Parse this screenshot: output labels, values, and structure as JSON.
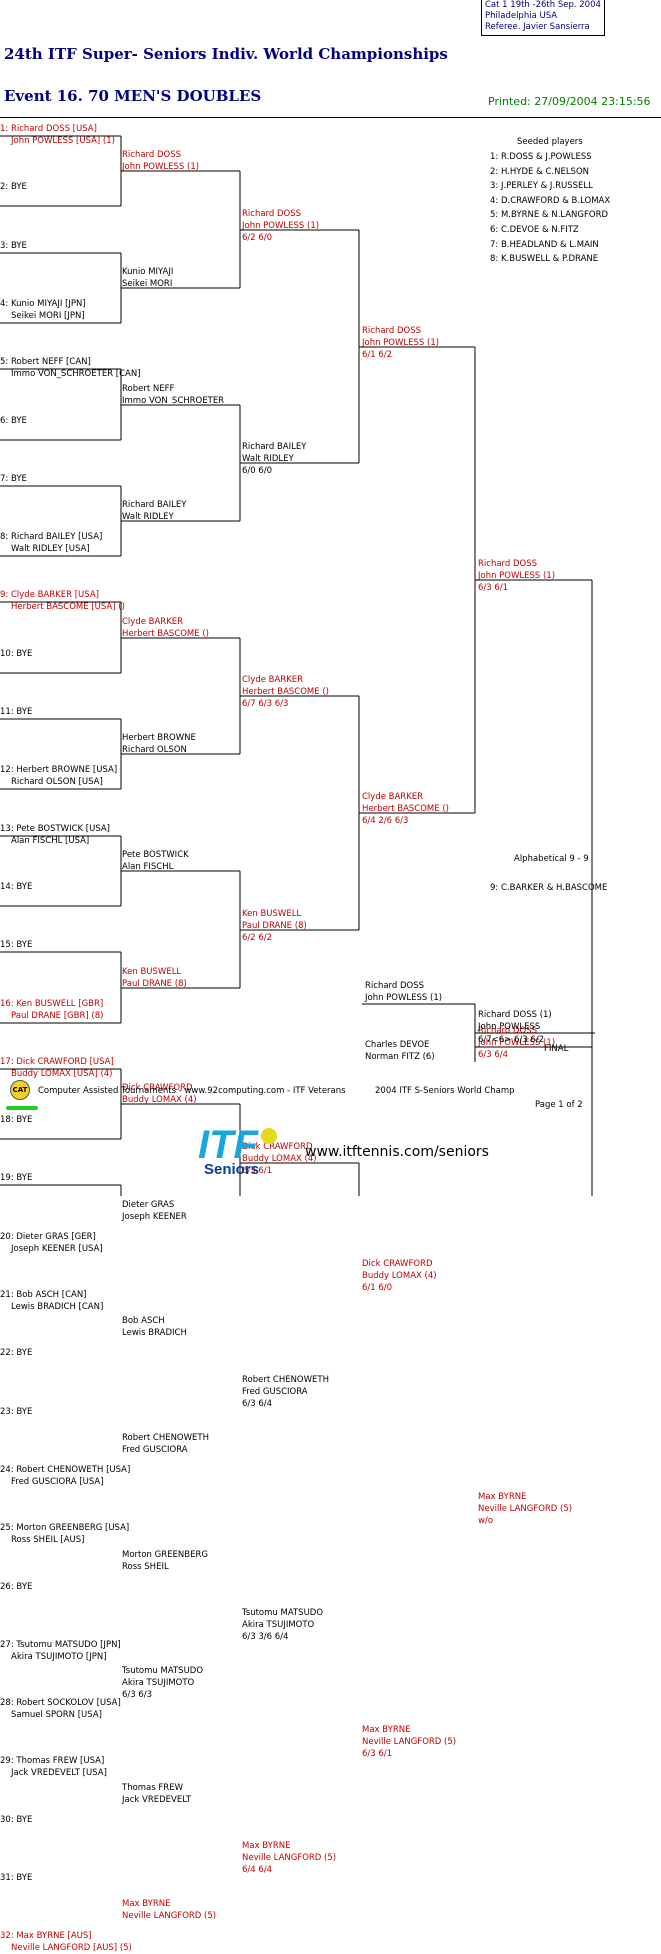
{
  "info": {
    "line1": "Cat 1   19th -26th Sep. 2004",
    "line2": "Philadelphia    USA",
    "line3": "Referee.  Javier Sansierra"
  },
  "title": "24th ITF Super- Seniors Indiv. World Championships",
  "event": "Event 16. 70 MEN'S DOUBLES",
  "printed": "Printed: 27/09/2004 23:15:56",
  "draw": [
    {
      "p1": "1: Richard DOSS [USA]",
      "p2": "John POWLESS [USA] (1)",
      "red": true
    },
    {
      "p1": "2: BYE",
      "p2": "",
      "red": false
    },
    {
      "p1": "3: BYE",
      "p2": "",
      "red": false
    },
    {
      "p1": "4: Kunio MIYAJI [JPN]",
      "p2": "Seikei MORI [JPN]",
      "red": false
    },
    {
      "p1": "5: Robert NEFF [CAN]",
      "p2": "Immo VON_SCHROETER [CAN]",
      "red": false
    },
    {
      "p1": "6: BYE",
      "p2": "",
      "red": false
    },
    {
      "p1": "7: BYE",
      "p2": "",
      "red": false
    },
    {
      "p1": "8: Richard BAILEY [USA]",
      "p2": "Walt RIDLEY [USA]",
      "red": false
    },
    {
      "p1": "9: Clyde BARKER [USA]",
      "p2": "Herbert BASCOME [USA] ()",
      "red": true
    },
    {
      "p1": "10: BYE",
      "p2": "",
      "red": false
    },
    {
      "p1": "11: BYE",
      "p2": "",
      "red": false
    },
    {
      "p1": "12: Herbert BROWNE [USA]",
      "p2": "Richard OLSON [USA]",
      "red": false
    },
    {
      "p1": "13: Pete BOSTWICK [USA]",
      "p2": "Alan FISCHL [USA]",
      "red": false
    },
    {
      "p1": "14: BYE",
      "p2": "",
      "red": false
    },
    {
      "p1": "15: BYE",
      "p2": "",
      "red": false
    },
    {
      "p1": "16: Ken BUSWELL [GBR]",
      "p2": "Paul DRANE [GBR] (8)",
      "red": true
    },
    {
      "p1": "17: Dick CRAWFORD [USA]",
      "p2": "Buddy LOMAX [USA] (4)",
      "red": true
    },
    {
      "p1": "18: BYE",
      "p2": "",
      "red": false
    },
    {
      "p1": "19: BYE",
      "p2": "",
      "red": false
    },
    {
      "p1": "20: Dieter GRAS [GER]",
      "p2": "Joseph KEENER [USA]",
      "red": false
    },
    {
      "p1": "21: Bob ASCH [CAN]",
      "p2": "Lewis BRADICH [CAN]",
      "red": false
    },
    {
      "p1": "22: BYE",
      "p2": "",
      "red": false
    },
    {
      "p1": "23: BYE",
      "p2": "",
      "red": false
    },
    {
      "p1": "24: Robert CHENOWETH [USA]",
      "p2": "Fred GUSCIORA [USA]",
      "red": false
    },
    {
      "p1": "25: Morton GREENBERG [USA]",
      "p2": "Ross SHEIL [AUS]",
      "red": false
    },
    {
      "p1": "26: BYE",
      "p2": "",
      "red": false
    },
    {
      "p1": "27: Tsutomu MATSUDO [JPN]",
      "p2": "Akira TSUJIMOTO [JPN]",
      "red": false
    },
    {
      "p1": "28: Robert SOCKOLOV [USA]",
      "p2": "Samuel SPORN [USA]",
      "red": false
    },
    {
      "p1": "29: Thomas FREW [USA]",
      "p2": "Jack VREDEVELT [USA]",
      "red": false
    },
    {
      "p1": "30: BYE",
      "p2": "",
      "red": false
    },
    {
      "p1": "31: BYE",
      "p2": "",
      "red": false
    },
    {
      "p1": "32: Max BYRNE [AUS]",
      "p2": "Neville LANGFORD [AUS] (5)",
      "red": true
    }
  ],
  "round2": [
    {
      "p1": "Richard DOSS",
      "p2": "John POWLESS (1)",
      "score": "",
      "red": true
    },
    {
      "p1": "Kunio MIYAJI",
      "p2": "Seikei MORI",
      "score": "",
      "red": false
    },
    {
      "p1": "Robert NEFF",
      "p2": "Immo VON_SCHROETER",
      "score": "",
      "red": false
    },
    {
      "p1": "Richard BAILEY",
      "p2": "Walt RIDLEY",
      "score": "",
      "red": false
    },
    {
      "p1": "Clyde BARKER",
      "p2": "Herbert BASCOME ()",
      "score": "",
      "red": true
    },
    {
      "p1": "Herbert BROWNE",
      "p2": "Richard OLSON",
      "score": "",
      "red": false
    },
    {
      "p1": "Pete BOSTWICK",
      "p2": "Alan FISCHL",
      "score": "",
      "red": false
    },
    {
      "p1": "Ken BUSWELL",
      "p2": "Paul DRANE (8)",
      "score": "",
      "red": true
    },
    {
      "p1": "Dick CRAWFORD",
      "p2": "Buddy LOMAX (4)",
      "score": "",
      "red": true
    },
    {
      "p1": "Dieter GRAS",
      "p2": "Joseph KEENER",
      "score": "",
      "red": false
    },
    {
      "p1": "Bob ASCH",
      "p2": "Lewis BRADICH",
      "score": "",
      "red": false
    },
    {
      "p1": "Robert CHENOWETH",
      "p2": "Fred GUSCIORA",
      "score": "",
      "red": false
    },
    {
      "p1": "Morton GREENBERG",
      "p2": "Ross SHEIL",
      "score": "",
      "red": false
    },
    {
      "p1": "Tsutomu MATSUDO",
      "p2": "Akira TSUJIMOTO",
      "score": "6/3 6/3",
      "red": false
    },
    {
      "p1": "Thomas FREW",
      "p2": "Jack VREDEVELT",
      "score": "",
      "red": false
    },
    {
      "p1": "Max BYRNE",
      "p2": "Neville LANGFORD (5)",
      "score": "",
      "red": true
    }
  ],
  "round3": [
    {
      "p1": "Richard DOSS",
      "p2": "John POWLESS (1)",
      "score": "6/2 6/0",
      "red": true
    },
    {
      "p1": "Richard BAILEY",
      "p2": "Walt RIDLEY",
      "score": "6/0 6/0",
      "red": false
    },
    {
      "p1": "Clyde BARKER",
      "p2": "Herbert BASCOME ()",
      "score": "6/7 6/3 6/3",
      "red": true
    },
    {
      "p1": "Ken BUSWELL",
      "p2": "Paul DRANE (8)",
      "score": "6/2 6/2",
      "red": true
    },
    {
      "p1": "Dick CRAWFORD",
      "p2": "Buddy LOMAX (4)",
      "score": "6/3 6/1",
      "red": true
    },
    {
      "p1": "Robert CHENOWETH",
      "p2": "Fred GUSCIORA",
      "score": "6/3 6/4",
      "red": false
    },
    {
      "p1": "Tsutomu MATSUDO",
      "p2": "Akira TSUJIMOTO",
      "score": "6/3 3/6 6/4",
      "red": false
    },
    {
      "p1": "Max BYRNE",
      "p2": "Neville LANGFORD (5)",
      "score": "6/4 6/4",
      "red": true
    }
  ],
  "round4": [
    {
      "p1": "Richard DOSS",
      "p2": "John POWLESS (1)",
      "score": "6/1 6/2",
      "red": true
    },
    {
      "p1": "Clyde BARKER",
      "p2": "Herbert BASCOME ()",
      "score": "6/4 2/6 6/3",
      "red": true
    },
    {
      "p1": "Dick CRAWFORD",
      "p2": "Buddy LOMAX (4)",
      "score": "6/1 6/0",
      "red": true
    },
    {
      "p1": "Max BYRNE",
      "p2": "Neville LANGFORD (5)",
      "score": "6/3 6/1",
      "red": true
    }
  ],
  "round5": [
    {
      "p1": "Richard DOSS",
      "p2": "John POWLESS (1)",
      "score": "6/3 6/1",
      "red": true
    },
    {
      "p1": "Max BYRNE",
      "p2": "Neville LANGFORD (5)",
      "score": "w/o",
      "red": true
    }
  ],
  "semifinal": {
    "p1": "Richard DOSS",
    "p2": "John POWLESS (1)",
    "score": "6/3 6/4",
    "red": true
  },
  "final": {
    "top_p1": "Richard DOSS",
    "top_p2": "John POWLESS (1)",
    "bot_p1": "Charles DEVOE",
    "bot_p2": "Norman FITZ (6)",
    "winner_p1": "Richard DOSS (1)",
    "winner_p2": "John POWLESS",
    "score": "6/7<6> 6/3 6/2",
    "label": "FINAL"
  },
  "seeded": {
    "heading": "Seeded players",
    "items": [
      "1: R.DOSS & J.POWLESS",
      "2: H.HYDE & C.NELSON",
      "3: J.PERLEY & J.RUSSELL",
      "4: D.CRAWFORD & B.LOMAX",
      "5: M.BYRNE & N.LANGFORD",
      "6: C.DEVOE & N.FITZ",
      "7: B.HEADLAND & L.MAIN",
      "8: K.BUSWELL & P.DRANE"
    ],
    "alpha": "Alphabetical  9 - 9",
    "extra": "9: C.BARKER & H.BASCOME"
  },
  "footer": {
    "cat_logo": "CAT",
    "left": "Computer Assisted Tournaments - www.92computing.com -  ITF Veterans",
    "mid": "2004 ITF S-Seniors World Champ",
    "page": "Page 1 of 2",
    "logo_main": "ITF",
    "logo_sub": "Seniors",
    "url": "www.itftennis.com/seniors"
  },
  "colors": {
    "title": "#000080",
    "winner": "#c00000",
    "printed": "#008000"
  }
}
